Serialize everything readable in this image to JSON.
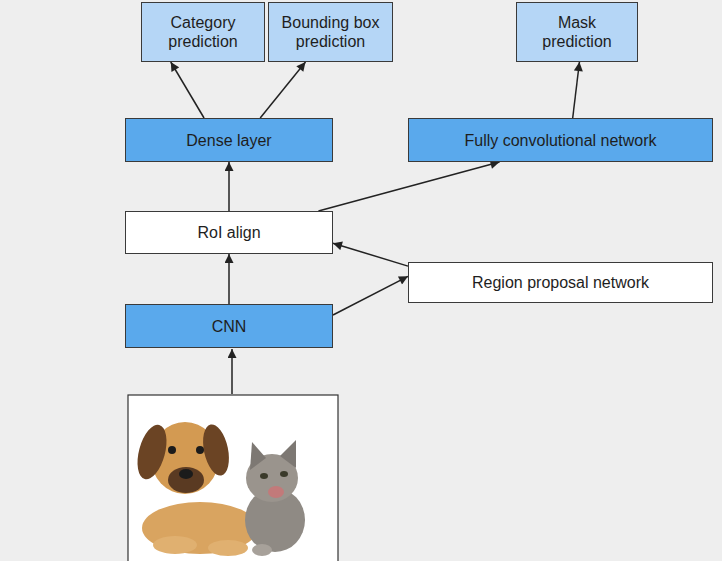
{
  "diagram": {
    "nodes": [
      {
        "text": [
          "Category prediction"
        ]
      },
      {
        "text": [
          "Bounding box prediction"
        ]
      },
      {
        "text": [
          "Mask prediction"
        ]
      },
      {
        "text": [
          "Dense layer"
        ]
      },
      {
        "text": [
          "Fully convolutional network"
        ]
      },
      {
        "text": [
          "RoI align"
        ]
      },
      {
        "text": [
          "Region proposal network"
        ]
      },
      {
        "text": [
          "CNN"
        ]
      }
    ],
    "edges": [
      {
        "from": 3,
        "to": 0,
        "arrow": "to"
      },
      {
        "from": 3,
        "to": 1,
        "arrow": "to"
      },
      {
        "from": 4,
        "to": 2,
        "arrow": "to"
      },
      {
        "from": 5,
        "to": 3,
        "arrow": "to"
      },
      {
        "from": 5,
        "to": 4,
        "arrow": "to"
      },
      {
        "from": 7,
        "to": 5,
        "arrow": "to"
      },
      {
        "from": 7,
        "to": 6,
        "arrow": "to"
      },
      {
        "from": 6,
        "to": 5,
        "arrow": "to"
      }
    ]
  }
}
